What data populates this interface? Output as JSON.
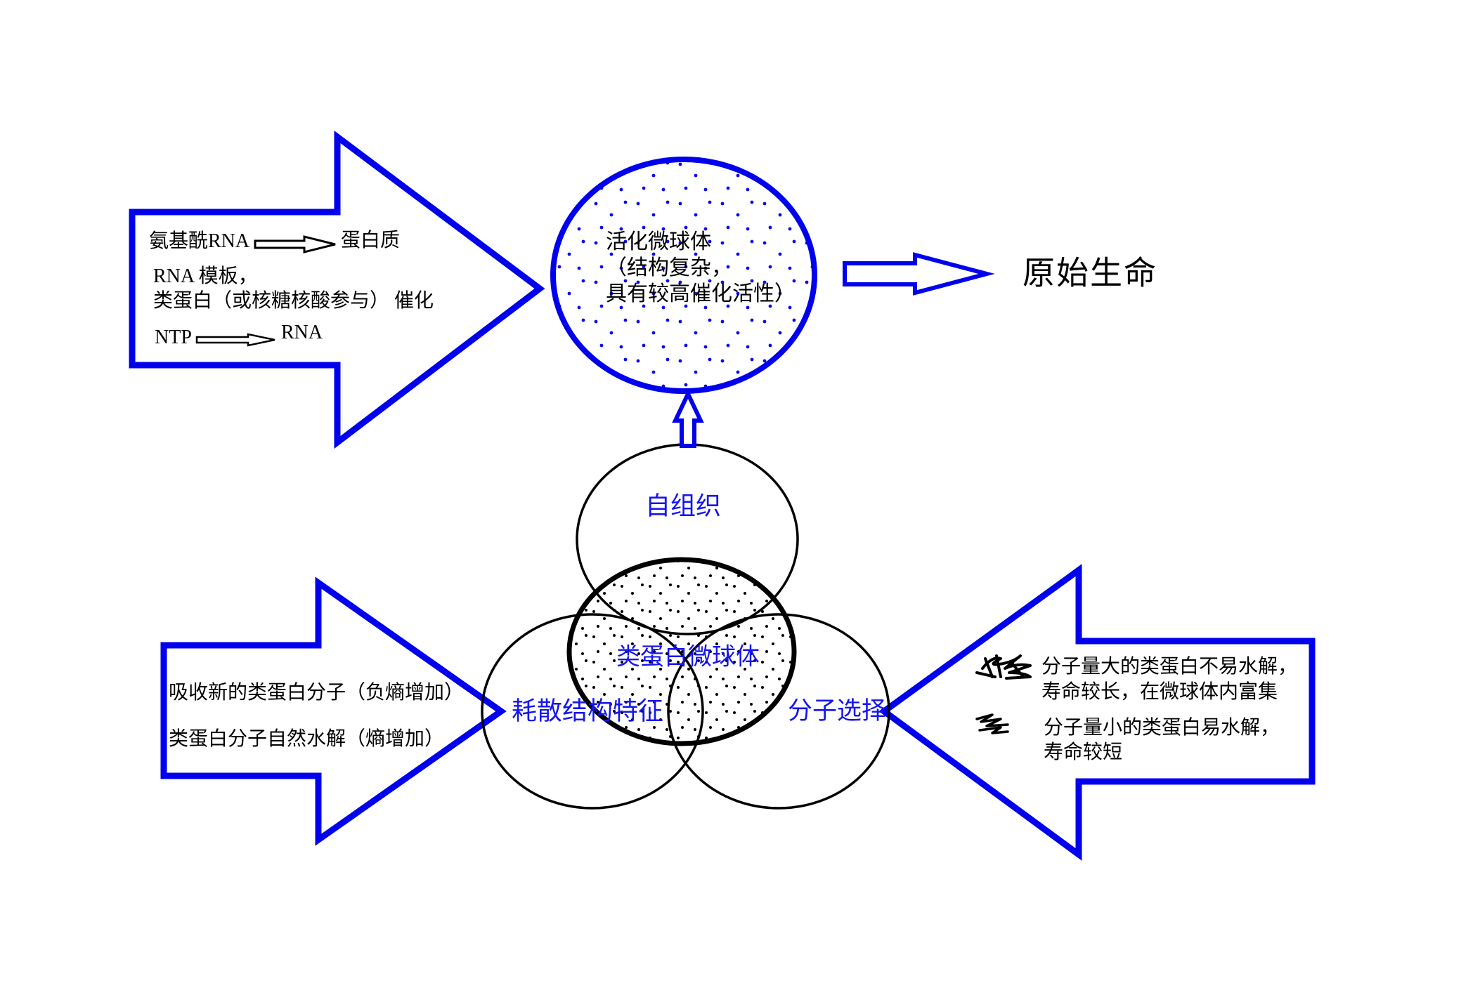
{
  "colors": {
    "accent_blue": "#0000ee",
    "text_blue": "#1515f0",
    "ink_black": "#000000",
    "bg_white": "#ffffff"
  },
  "top_left_arrow": {
    "reaction1_left": "氨基酰RNA",
    "reaction1_right": "蛋白质",
    "line2": "RNA 模板，",
    "line3": "类蛋白（或核糖核酸参与） 催化",
    "reaction2_left": "NTP",
    "reaction2_right": "RNA"
  },
  "activated_microsphere": {
    "line1": "活化微球体",
    "line2": "（结构复杂，",
    "line3": "具有较高催化活性）"
  },
  "primitive_life_label": "原始生命",
  "venn": {
    "top_label": "自组织",
    "center_label": "类蛋白微球体",
    "left_label": "耗散结构特征",
    "right_label": "分子选择"
  },
  "bottom_left_arrow": {
    "line1": "吸收新的类蛋白分子（负熵增加）",
    "line2": "类蛋白分子自然水解（熵增加）"
  },
  "bottom_right_arrow": {
    "large_line1": "分子量大的类蛋白不易水解，",
    "large_line2": "寿命较长，在微球体内富集",
    "small_line1": "分子量小的类蛋白易水解，",
    "small_line2": "寿命较短"
  }
}
